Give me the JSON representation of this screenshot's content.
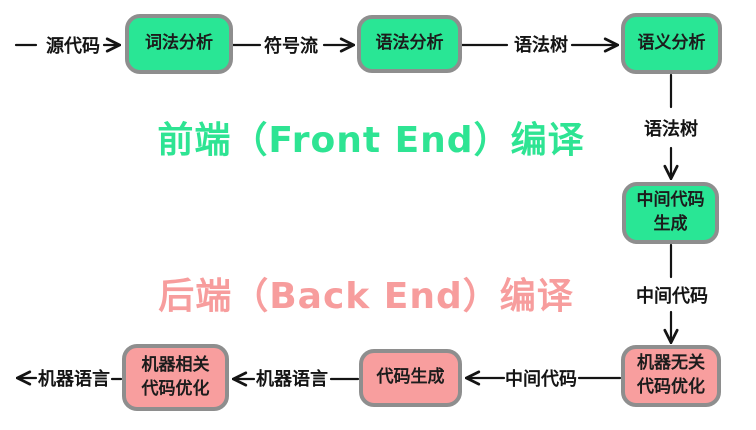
{
  "diagram": {
    "subject": "compiler-pipeline",
    "background": "#ffffff"
  },
  "colors": {
    "green_box_fill": "#29e695",
    "pink_box_fill": "#f89e9e",
    "box_border": "#8e8e8e",
    "front_end_title": "#2ee493",
    "back_end_title": "#f79d9d",
    "line": "#141414",
    "box_text": "#1c1c1c"
  },
  "titles": {
    "front_end": "前端（Front End）编译",
    "back_end": "后端（Back End）编译"
  },
  "nodes": [
    {
      "id": "lexical-analysis",
      "label": "词法分析",
      "type": "green"
    },
    {
      "id": "syntax-analysis",
      "label": "语法分析",
      "type": "green"
    },
    {
      "id": "semantic-analysis",
      "label": "语义分析",
      "type": "green"
    },
    {
      "id": "intermediate-code-generation",
      "label": "中间代码\n生成",
      "type": "green"
    },
    {
      "id": "machine-independent-code-optimization",
      "label": "机器无关\n代码优化",
      "type": "pink"
    },
    {
      "id": "code-generation",
      "label": "代码生成",
      "type": "pink"
    },
    {
      "id": "machine-dependent-code-optimization",
      "label": "机器相关\n代码优化",
      "type": "pink"
    }
  ],
  "edges": [
    {
      "id": "source-code-in",
      "label": "源代码"
    },
    {
      "id": "token-stream",
      "label": "符号流"
    },
    {
      "id": "syntax-tree-top",
      "label": "语法树"
    },
    {
      "id": "syntax-tree-right",
      "label": "语法树"
    },
    {
      "id": "intermediate-code-right",
      "label": "中间代码"
    },
    {
      "id": "intermediate-code-bottom",
      "label": "中间代码"
    },
    {
      "id": "machine-language-mid",
      "label": "机器语言"
    },
    {
      "id": "machine-language-out",
      "label": "机器语言"
    }
  ]
}
